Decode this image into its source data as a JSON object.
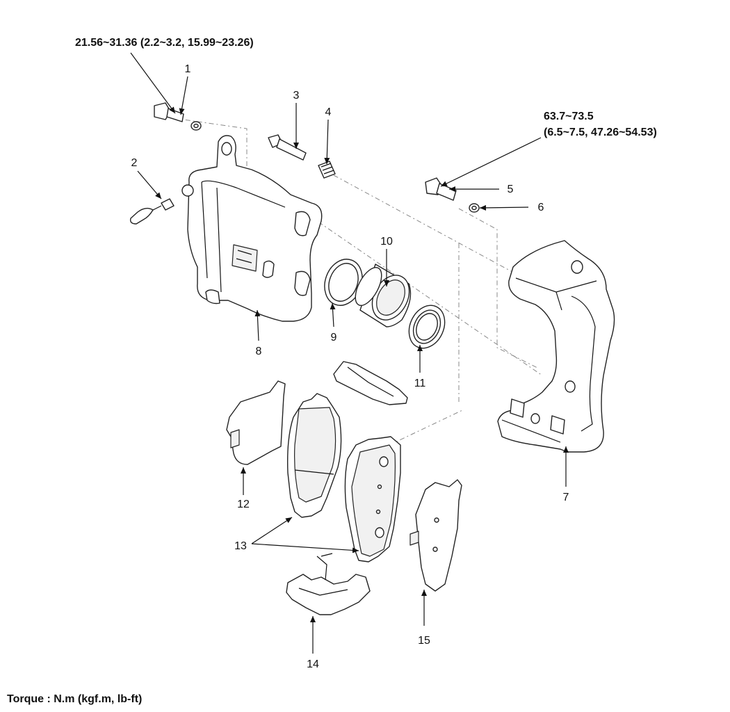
{
  "torque_1": "21.56~31.36 (2.2~3.2, 15.99~23.26)",
  "torque_5_line1": "63.7~73.5",
  "torque_5_line2": "(6.5~7.5, 47.26~54.53)",
  "footer": "Torque : N.m (kgf.m, lb-ft)",
  "callouts": [
    "1",
    "2",
    "3",
    "4",
    "5",
    "6",
    "7",
    "8",
    "9",
    "10",
    "11",
    "12",
    "13",
    "14",
    "15"
  ]
}
